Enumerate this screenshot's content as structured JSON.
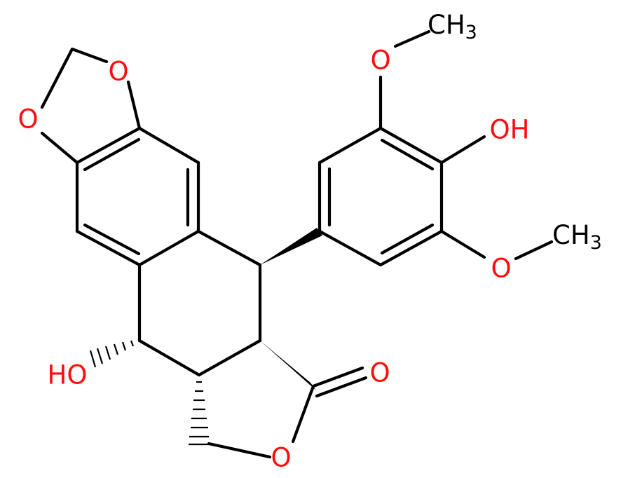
{
  "colors": {
    "bond": "#000000",
    "oxygen": "#ff0d0d",
    "carbon": "#000000"
  },
  "labels": {
    "o_dioxole_top": "O",
    "o_dioxole_left": "O",
    "o_methoxy_top": "O",
    "ch3_top": "CH",
    "ch3_top_sub": "3",
    "oh_phenol": "OH",
    "o_methoxy_bottom": "O",
    "ch3_bottom": "CH",
    "ch3_bottom_sub": "3",
    "ho_left": "HO",
    "o_carbonyl": "O",
    "o_lactone": "O"
  }
}
